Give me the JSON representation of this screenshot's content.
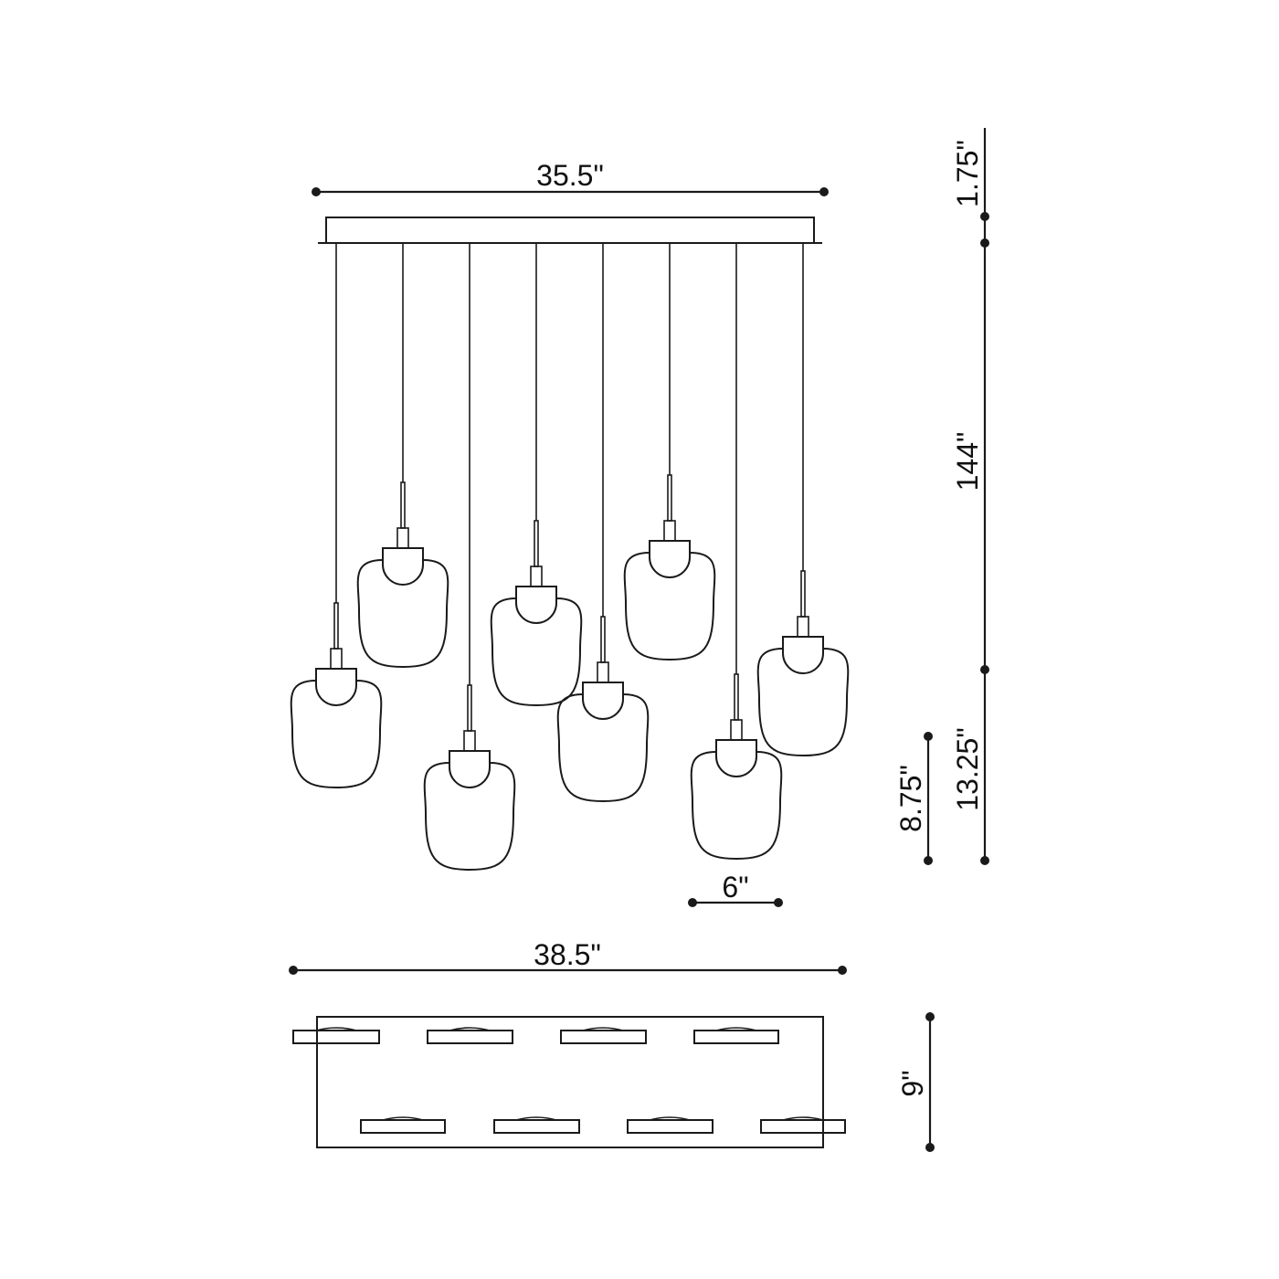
{
  "dimensions": {
    "canopy_width": "35.5\"",
    "canopy_height": "1.75\"",
    "drop_length": "144\"",
    "fixture_height": "13.25\"",
    "shade_height": "8.75\"",
    "shade_width": "6\"",
    "overall_width": "38.5\"",
    "canopy_depth": "9\""
  }
}
